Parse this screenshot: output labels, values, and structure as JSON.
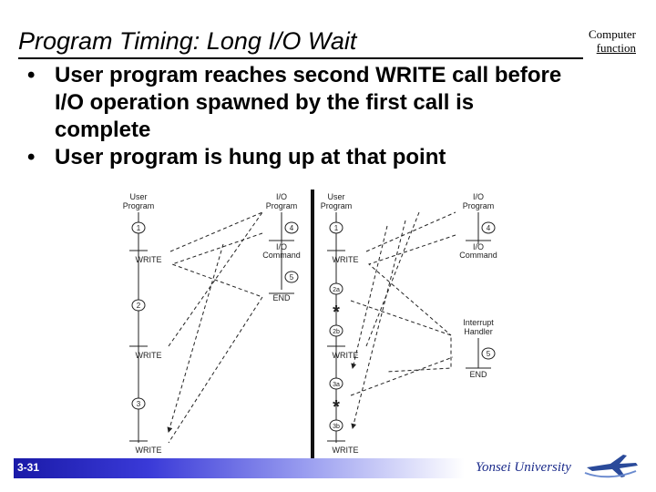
{
  "slide": {
    "title": "Program Timing: Long I/O Wait",
    "corner_line1": "Computer",
    "corner_line2": "function",
    "bullets": [
      "User program reaches second WRITE call before I/O operation spawned by the first call is complete",
      "User program is hung up at that point"
    ],
    "bullet_marker": "•",
    "slide_number": "3-31",
    "university": "Yonsei University"
  },
  "figure": {
    "left_panel": {
      "user_header_1": "User",
      "user_header_2": "Program",
      "io_header_1": "I/O",
      "io_header_2": "Program",
      "steps": [
        "1",
        "2",
        "3"
      ],
      "write_labels": [
        "WRITE",
        "WRITE",
        "WRITE"
      ],
      "io_steps": [
        "4",
        "5"
      ],
      "io_command_1": "I/O",
      "io_command_2": "Command",
      "end_label": "END"
    },
    "right_panel": {
      "user_header_1": "User",
      "user_header_2": "Program",
      "io_header_1": "I/O",
      "io_header_2": "Program",
      "steps": [
        "1",
        "2a",
        "2b",
        "3a",
        "3b"
      ],
      "write_labels": [
        "WRITE",
        "WRITE",
        "WRITE"
      ],
      "io_steps": [
        "4",
        "5"
      ],
      "io_command_1": "I/O",
      "io_command_2": "Command",
      "interrupt_1": "Interrupt",
      "interrupt_2": "Handler",
      "end_label": "END",
      "interrupt_marker": "*"
    }
  },
  "colors": {
    "footer_dark": "#1a1aa8",
    "university_text": "#1a2a8a"
  },
  "icons": {
    "logo": "airplane-logo-icon"
  }
}
